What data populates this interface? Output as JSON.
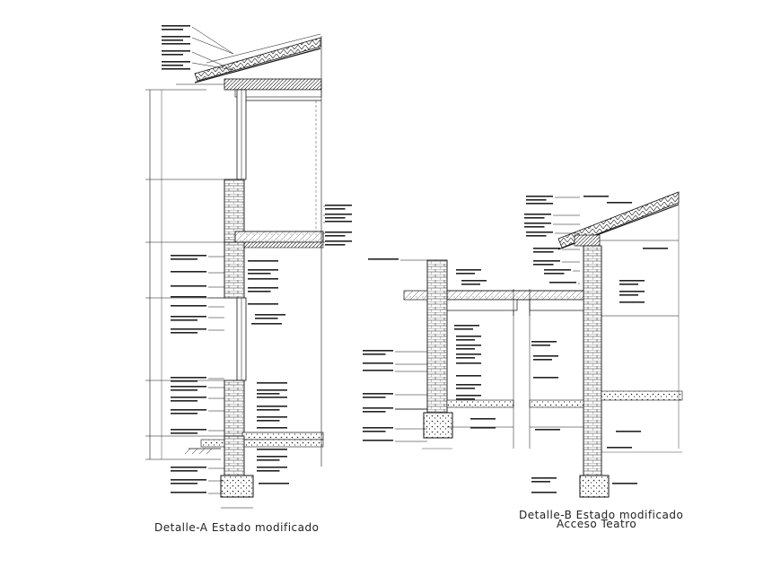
{
  "captions": {
    "detail_a": "Detalle-A  Estado modificado",
    "detail_b_line1": "Detalle-B  Estado modificado",
    "detail_b_line2": "Acceso Teatro"
  },
  "colors": {
    "ink": "#111111",
    "paper": "#ffffff",
    "hatch": "#333333"
  }
}
